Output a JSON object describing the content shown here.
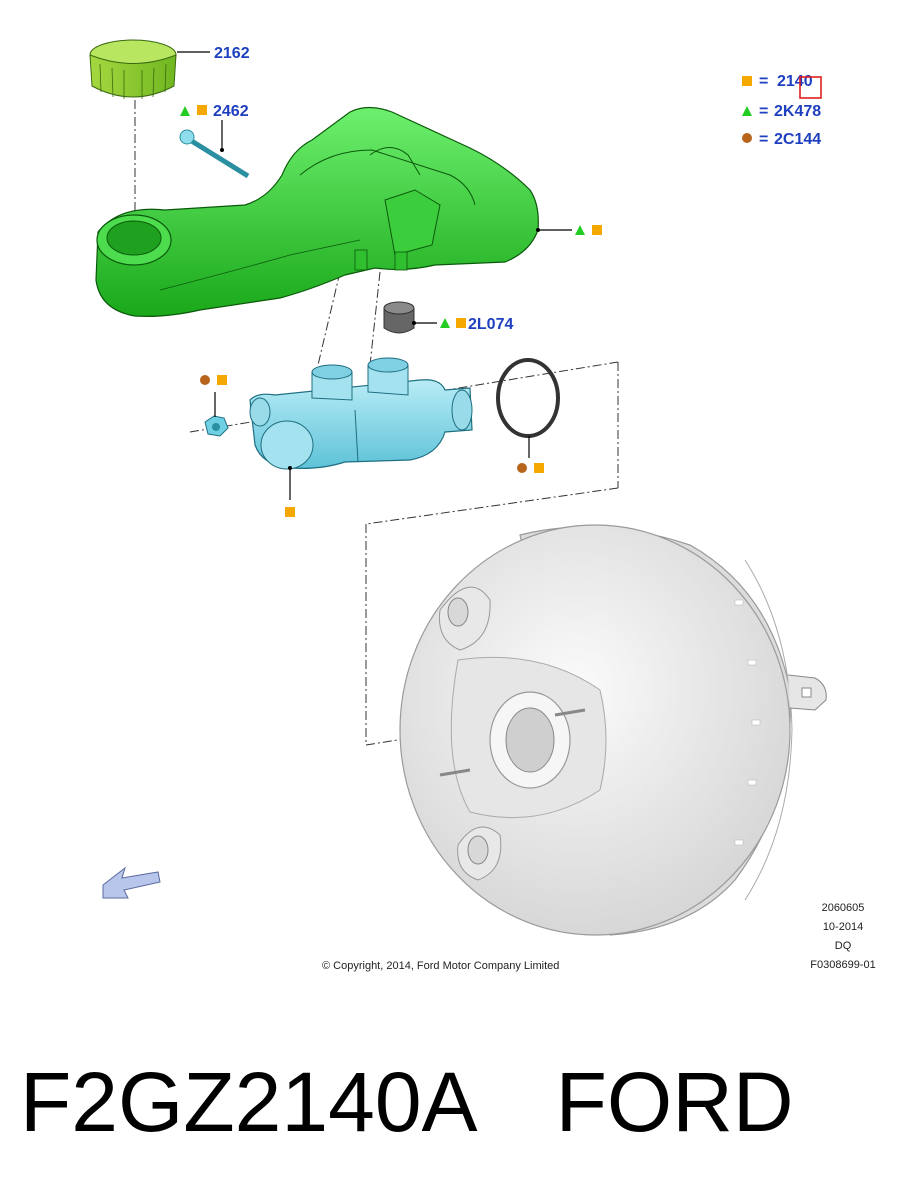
{
  "legend": [
    {
      "symbol": "square",
      "color": "#f5a800",
      "code": "2140"
    },
    {
      "symbol": "triangle",
      "color": "#22cc22",
      "code": "2K478"
    },
    {
      "symbol": "circle",
      "color": "#b8651b",
      "code": "2C144"
    }
  ],
  "legend_equals": "=",
  "callouts": {
    "cap": "2162",
    "sensor": "2462",
    "grommet": "2L074"
  },
  "meta": {
    "copyright": "© Copyright, 2014, Ford Motor Company Limited",
    "ref1": "2060605",
    "ref2": "10-2014",
    "ref3": "DQ",
    "ref4": "F0308699-01"
  },
  "caption": {
    "part_number": "F2GZ2140A",
    "brand": "FORD"
  },
  "colors": {
    "reservoir": "#3bd63b",
    "master_cylinder": "#8fdcec",
    "booster": "#ececec",
    "callout_text": "#1e3fbf",
    "highlight_box": "#e02020"
  },
  "icons": [
    "view-direction-arrow-icon"
  ]
}
